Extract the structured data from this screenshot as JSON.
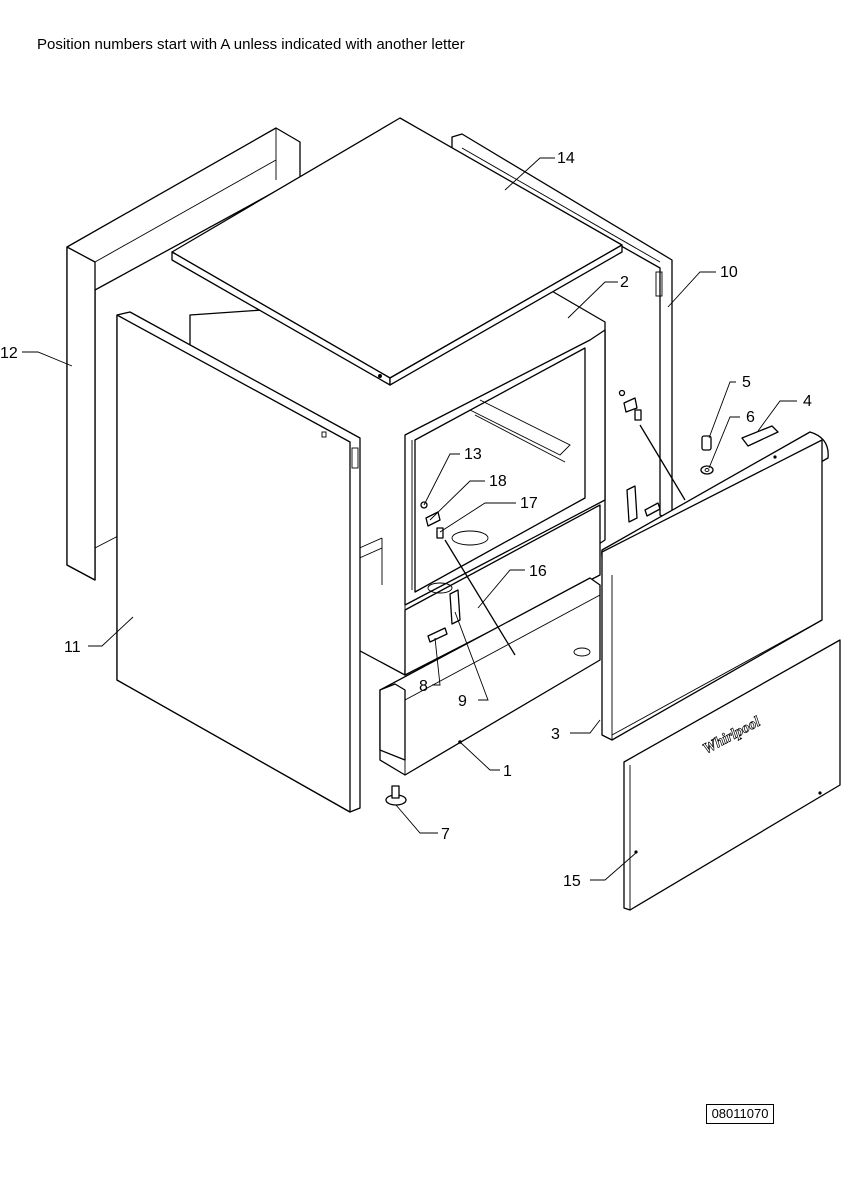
{
  "header": {
    "note": "Position numbers start with A unless indicated with another letter"
  },
  "diagram": {
    "callouts": {
      "p1": "1",
      "p2": "2",
      "p3": "3",
      "p4": "4",
      "p5": "5",
      "p6": "6",
      "p7": "7",
      "p8": "8",
      "p9": "9",
      "p10": "10",
      "p11": "11",
      "p12": "12",
      "p13": "13",
      "p14": "14",
      "p15": "15",
      "p16": "16",
      "p17": "17",
      "p18": "18"
    },
    "brand_mark": "Whirlpool"
  },
  "footer": {
    "drawing_number": "08011070"
  }
}
